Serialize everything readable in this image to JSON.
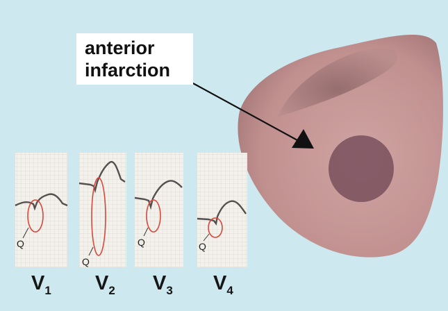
{
  "callout": {
    "line1": "anterior",
    "line2": "infarction"
  },
  "leads": [
    {
      "letter": "V",
      "number": "1",
      "q_label": "Q"
    },
    {
      "letter": "V",
      "number": "2",
      "q_label": "Q"
    },
    {
      "letter": "V",
      "number": "3",
      "q_label": "Q"
    },
    {
      "letter": "V",
      "number": "4",
      "q_label": "Q"
    }
  ],
  "colors": {
    "background": "#cde8ee",
    "heart": "#c99a98",
    "infarct": "#7d5460",
    "ecg_paper": "#f3f1ec",
    "ecg_grid": "#dcd6cf",
    "trace": "#555050",
    "q_marker": "#d9483b"
  }
}
